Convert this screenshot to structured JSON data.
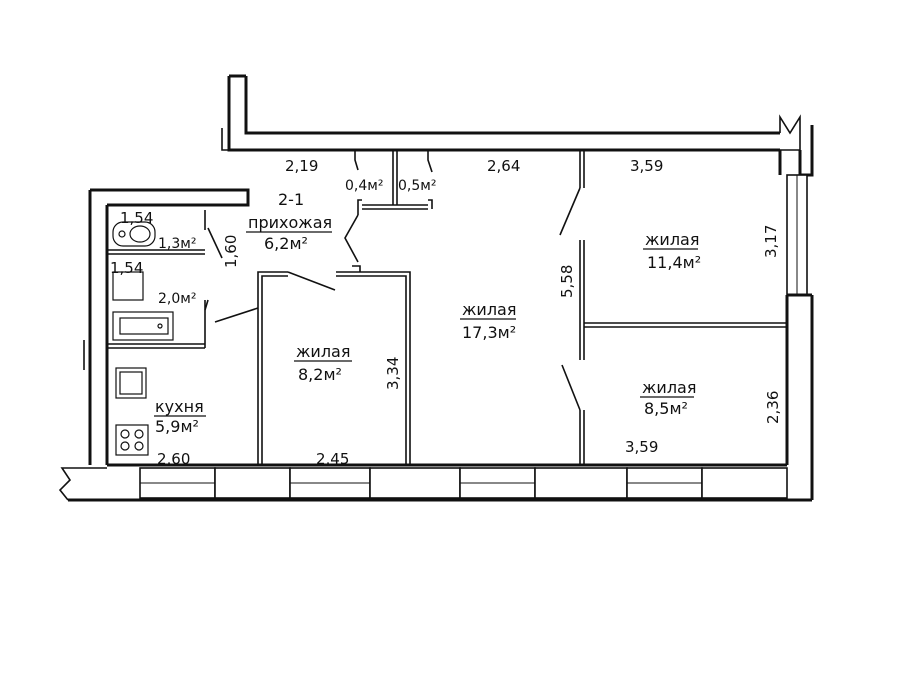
{
  "apartment": {
    "number": "2-1"
  },
  "rooms": {
    "hallway": {
      "name": "прихожая",
      "area": "6,2м²"
    },
    "closet1": {
      "area": "0,4м²"
    },
    "closet2": {
      "area": "0,5м²"
    },
    "bath": {
      "area": "1,3м²"
    },
    "toilet": {
      "area": "2,0м²"
    },
    "kitchen": {
      "name": "кухня",
      "area": "5,9м²"
    },
    "living_small": {
      "name": "жилая",
      "area": "8,2м²"
    },
    "living_big": {
      "name": "жилая",
      "area": "17,3м²"
    },
    "living_ne": {
      "name": "жилая",
      "area": "11,4м²"
    },
    "living_se": {
      "name": "жилая",
      "area": "8,5м²"
    }
  },
  "dimensions": {
    "hall_top": "2,19",
    "bath_top": "1,54",
    "bath_bottom": "1,54",
    "hall_side": "1,60",
    "living_big_top": "2,64",
    "living_ne_top": "3,59",
    "living_ne_side": "3,17",
    "living_big_side": "5,58",
    "living_small_side": "3,34",
    "living_small_bottom": "2,45",
    "kitchen_bottom": "2,60",
    "living_se_bottom": "3,59",
    "living_se_side": "2,36"
  }
}
